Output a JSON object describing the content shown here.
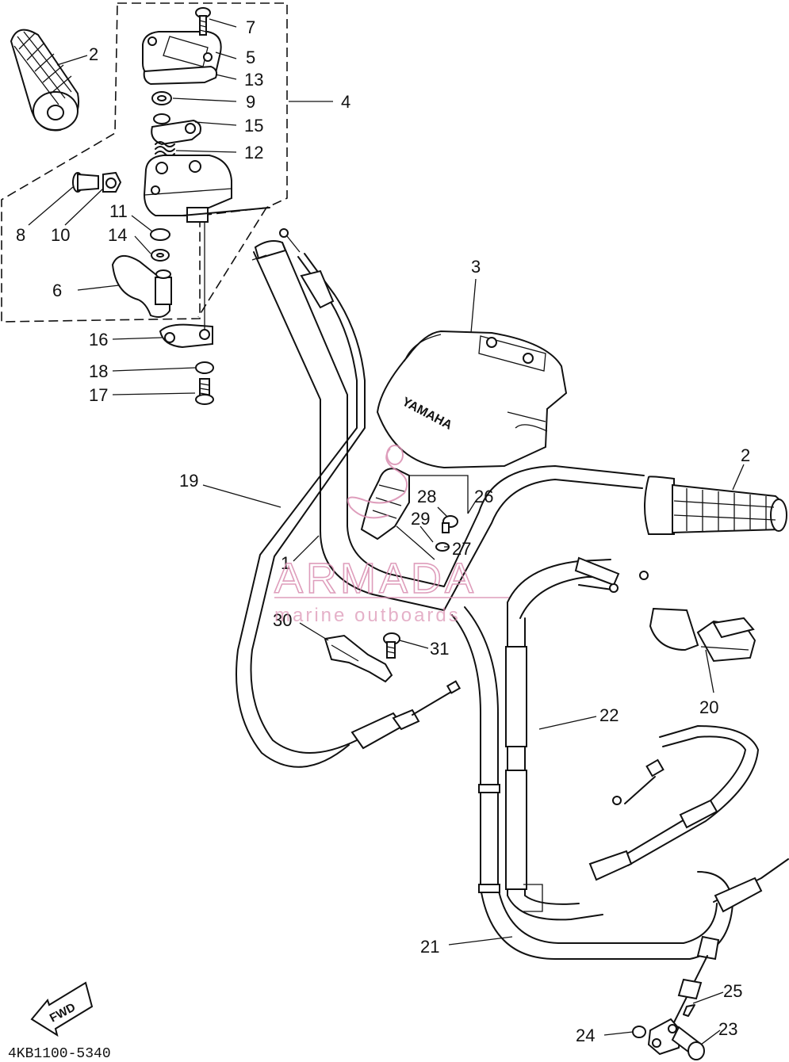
{
  "diagram": {
    "callouts": [
      {
        "id": "c2a",
        "label": "2"
      },
      {
        "id": "c7",
        "label": "7"
      },
      {
        "id": "c5",
        "label": "5"
      },
      {
        "id": "c13",
        "label": "13"
      },
      {
        "id": "c9",
        "label": "9"
      },
      {
        "id": "c4",
        "label": "4"
      },
      {
        "id": "c15",
        "label": "15"
      },
      {
        "id": "c12",
        "label": "12"
      },
      {
        "id": "c8",
        "label": "8"
      },
      {
        "id": "c10",
        "label": "10"
      },
      {
        "id": "c11",
        "label": "11"
      },
      {
        "id": "c14",
        "label": "14"
      },
      {
        "id": "c6",
        "label": "6"
      },
      {
        "id": "c16",
        "label": "16"
      },
      {
        "id": "c18",
        "label": "18"
      },
      {
        "id": "c17",
        "label": "17"
      },
      {
        "id": "c3",
        "label": "3"
      },
      {
        "id": "c19",
        "label": "19"
      },
      {
        "id": "c1",
        "label": "1"
      },
      {
        "id": "c2b",
        "label": "2"
      },
      {
        "id": "c26",
        "label": "26"
      },
      {
        "id": "c28",
        "label": "28"
      },
      {
        "id": "c29",
        "label": "29"
      },
      {
        "id": "c27",
        "label": "27"
      },
      {
        "id": "c30",
        "label": "30"
      },
      {
        "id": "c31",
        "label": "31"
      },
      {
        "id": "c20",
        "label": "20"
      },
      {
        "id": "c22",
        "label": "22"
      },
      {
        "id": "c21",
        "label": "21"
      },
      {
        "id": "c25",
        "label": "25"
      },
      {
        "id": "c24",
        "label": "24"
      },
      {
        "id": "c23",
        "label": "23"
      }
    ],
    "cover_logo": "YAMAHA",
    "housing_logo": "YAMAHA",
    "fwd_label": "FWD",
    "drawing_code": "4KB1100-5340"
  },
  "watermark": {
    "brand": "ARMADA",
    "tagline": "marine outboards"
  },
  "colors": {
    "line": "#111111",
    "background": "#ffffff",
    "watermark": "#d98cb0"
  }
}
